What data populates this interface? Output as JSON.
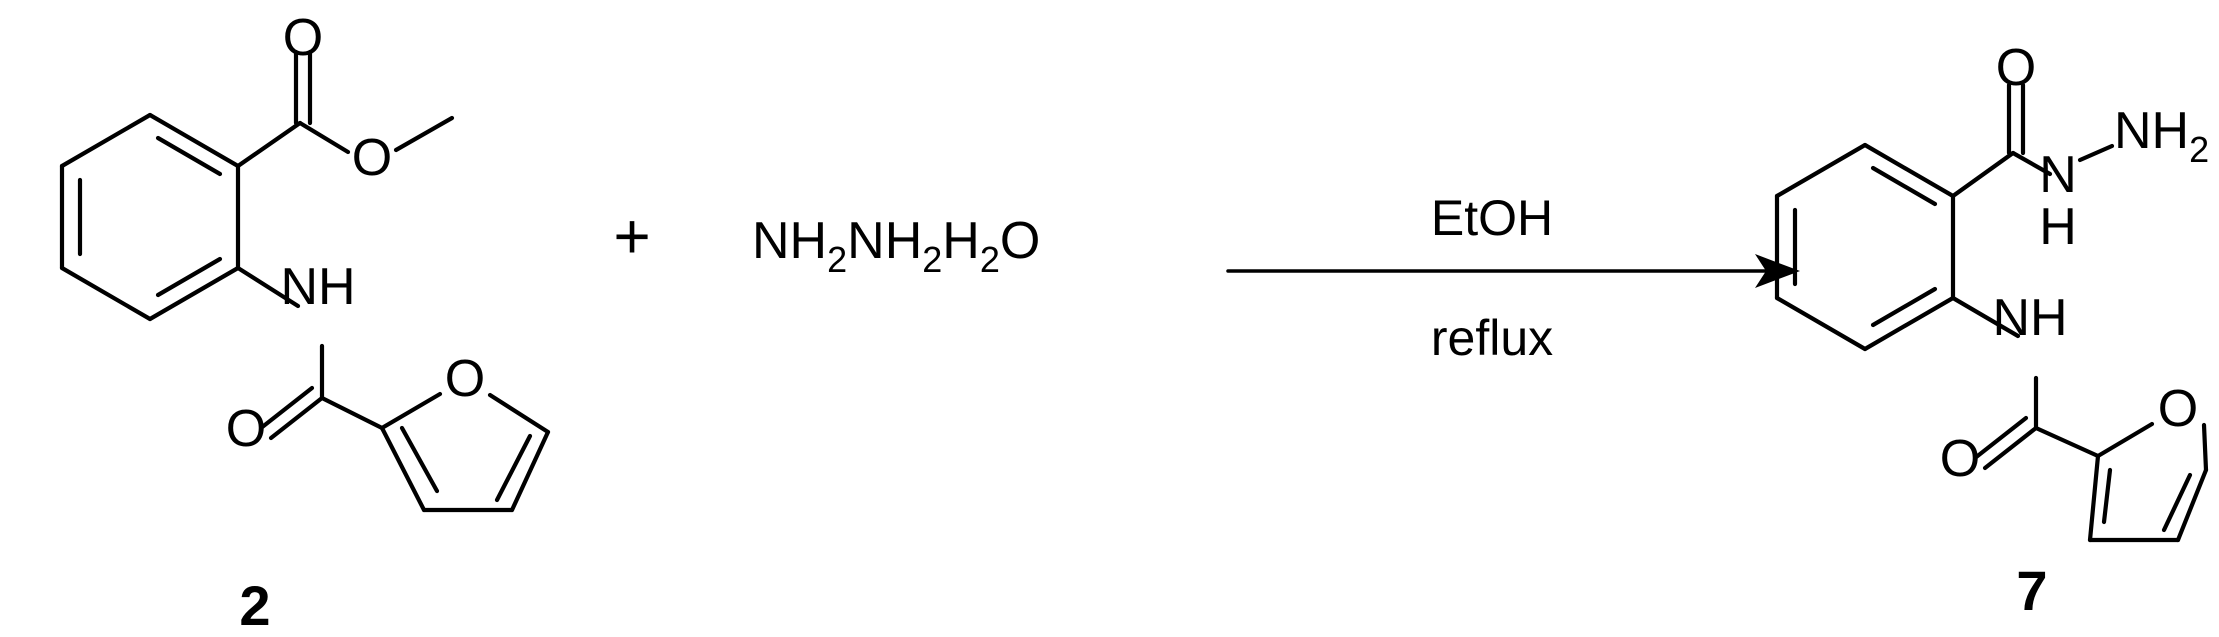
{
  "reactant": {
    "label": "2",
    "atoms": {
      "carbonyl_o": "O",
      "ester_o": "O",
      "amide_nh": "NH",
      "amide_o": "O",
      "furan_o": "O"
    }
  },
  "plus_sign": "+",
  "reagent": {
    "parts": [
      "NH",
      "2",
      "NH",
      "2",
      "H",
      "2",
      "O"
    ]
  },
  "conditions": {
    "above_arrow": "EtOH",
    "below_arrow": "reflux"
  },
  "product": {
    "label": "7",
    "atoms": {
      "carbonyl_o": "O",
      "hydrazide_n": "N",
      "hydrazide_h": "H",
      "nh2_n": "NH",
      "nh2_sub": "2",
      "amide_nh": "NH",
      "amide_o": "O",
      "furan_o": "O"
    }
  },
  "colors": {
    "ink": "#000000",
    "background": "#ffffff"
  }
}
